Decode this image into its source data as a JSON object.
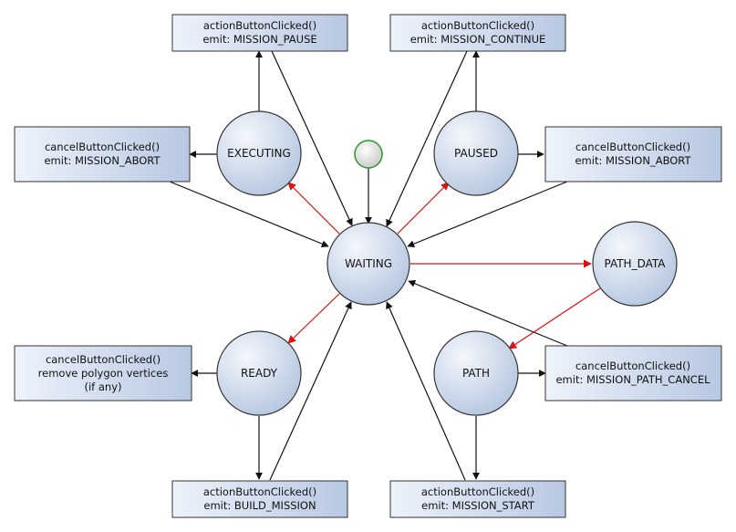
{
  "colors": {
    "normal_edge": "#111111",
    "highlight_edge": "#dd1111",
    "state_fill_light": "#f4f7fc",
    "state_fill_dark": "#b6c7e0",
    "box_fill_light": "#eef3fb",
    "box_fill_dark": "#b8c8e2",
    "initial_fill_light": "#ffffff",
    "initial_fill_dark": "#c8c8c8",
    "initial_stroke": "#2a9a2a"
  },
  "states": {
    "waiting": "WAITING",
    "executing": "EXECUTING",
    "paused": "PAUSED",
    "path_data": "PATH_DATA",
    "ready": "READY",
    "path": "PATH"
  },
  "actions": {
    "top_left": {
      "line1": "actionButtonClicked()",
      "line2": "emit: MISSION_PAUSE"
    },
    "top_right": {
      "line1": "actionButtonClicked()",
      "line2": "emit: MISSION_CONTINUE"
    },
    "mid_left": {
      "line1": "cancelButtonClicked()",
      "line2": "emit: MISSION_ABORT"
    },
    "mid_right": {
      "line1": "cancelButtonClicked()",
      "line2": "emit: MISSION_ABORT"
    },
    "lower_left": {
      "line1": "cancelButtonClicked()",
      "line2": "remove polygon vertices",
      "line3": "(if any)"
    },
    "lower_right": {
      "line1": "cancelButtonClicked()",
      "line2": "emit: MISSION_PATH_CANCEL"
    },
    "bottom_left": {
      "line1": "actionButtonClicked()",
      "line2": "emit: BUILD_MISSION"
    },
    "bottom_right": {
      "line1": "actionButtonClicked()",
      "line2": "emit: MISSION_START"
    }
  }
}
